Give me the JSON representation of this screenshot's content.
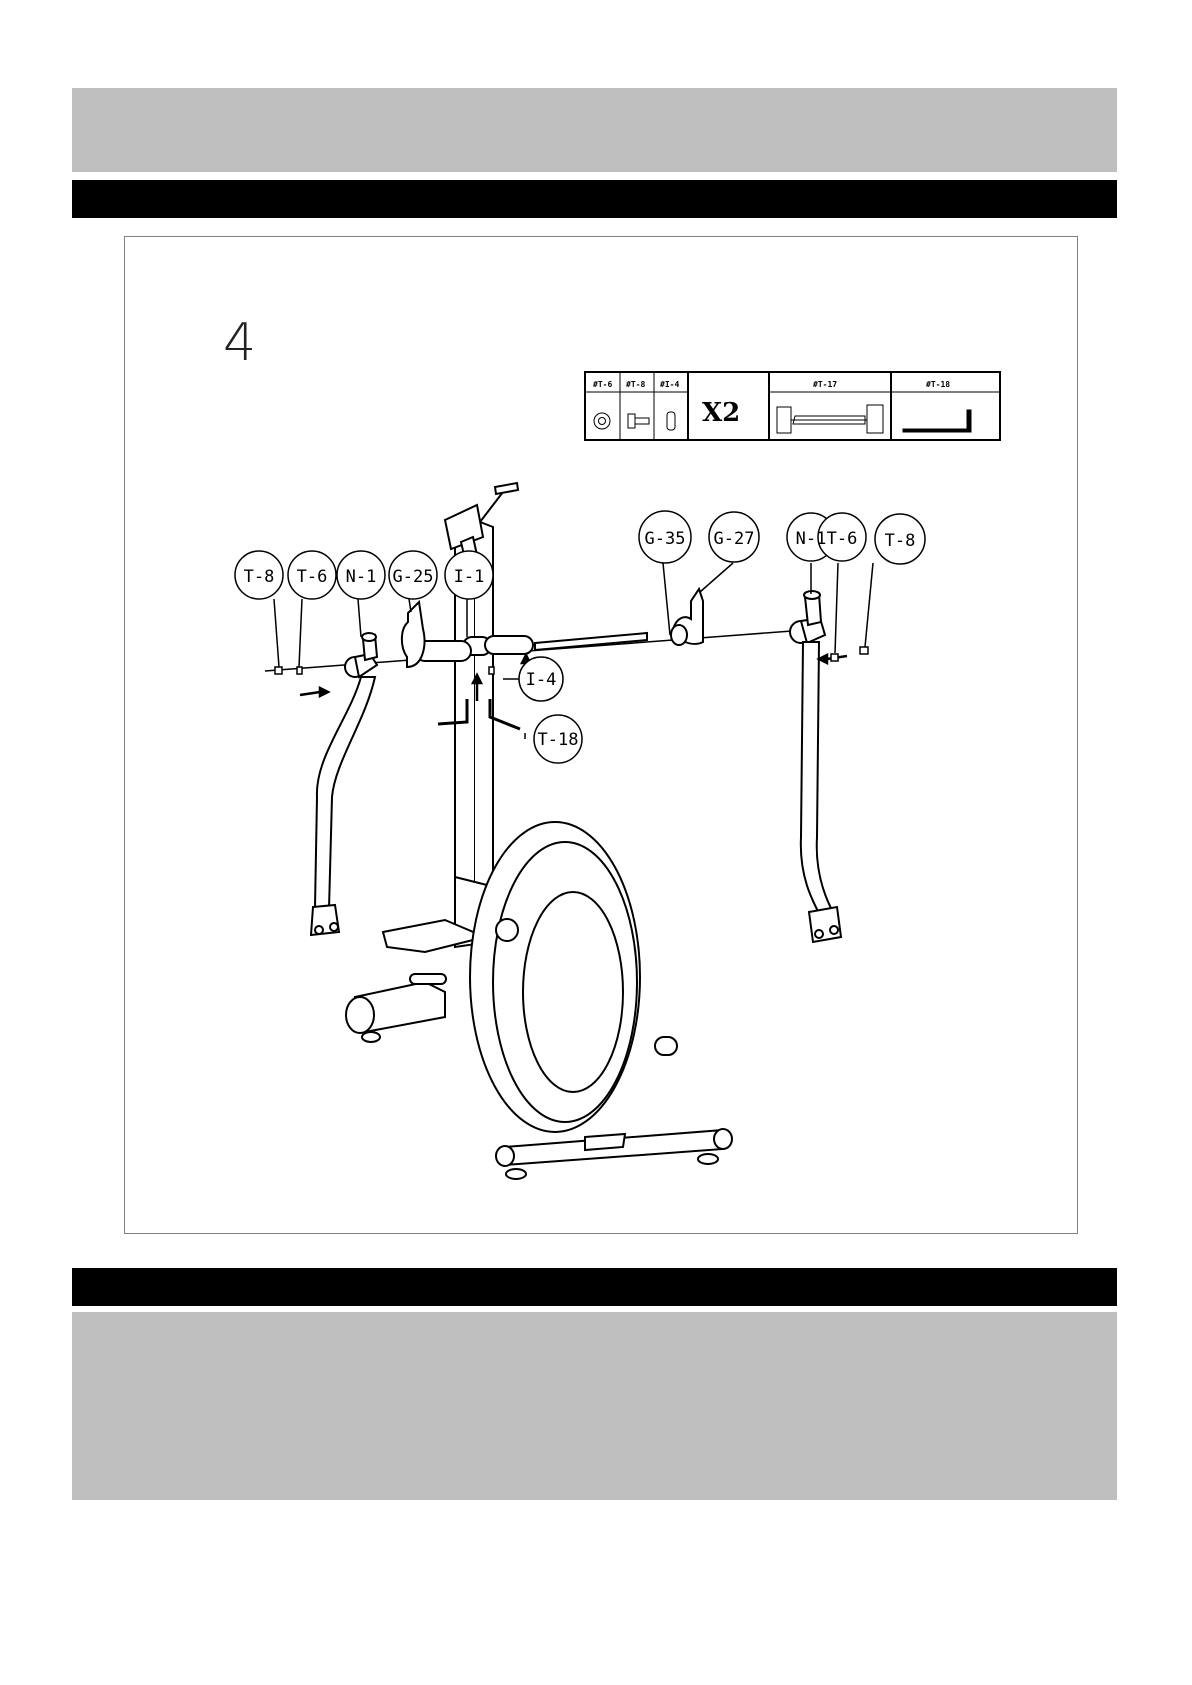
{
  "step": {
    "number": "4"
  },
  "parts_box": {
    "columns": [
      "#T-6",
      "#T-8",
      "#I-4"
    ],
    "multiplier": "X2",
    "tools": [
      "#T-17",
      "#T-18"
    ]
  },
  "callouts": [
    "T-8",
    "T-6",
    "N-1",
    "G-25",
    "I-1",
    "G-35",
    "G-27",
    "N-1",
    "T-6",
    "T-8",
    "I-4",
    "T-18"
  ],
  "colors": {
    "band_gray": "#bfbfbf",
    "band_black": "#000000",
    "line": "#000000"
  }
}
